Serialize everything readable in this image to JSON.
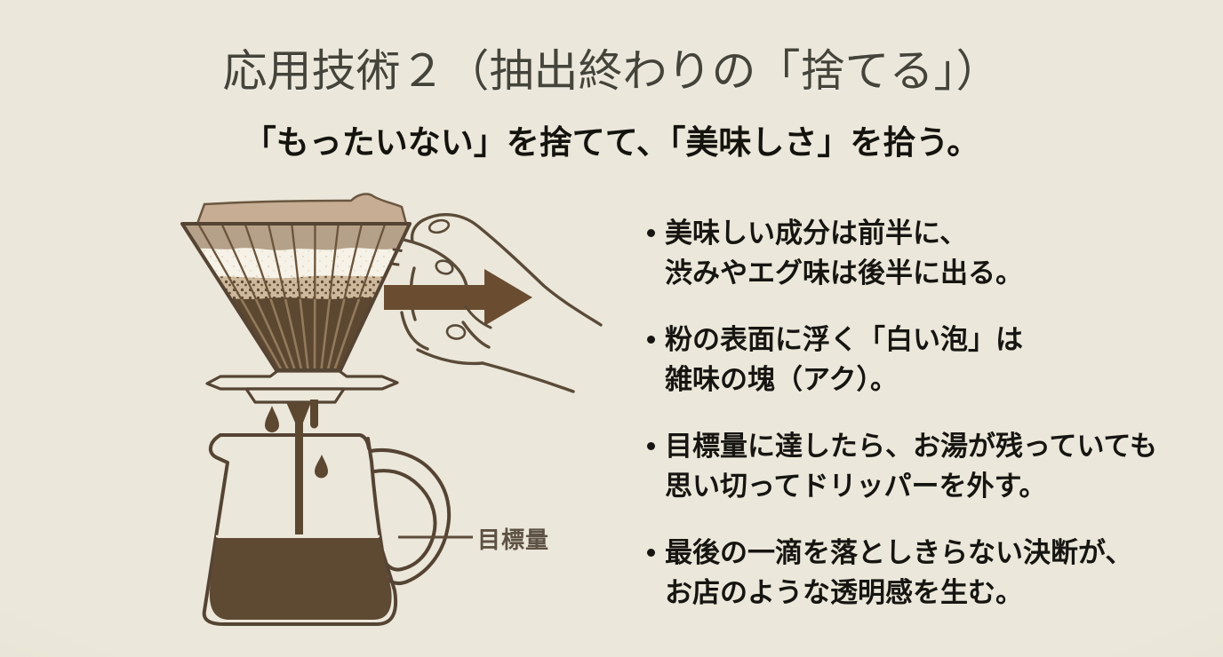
{
  "page": {
    "title": "応用技術２（抽出終わりの「捨てる」）",
    "subtitle": "「もったいない」を捨てて、「美味しさ」を拾う。",
    "background_color": "#ebe7da"
  },
  "illustration": {
    "target_label": "目標量",
    "colors": {
      "outline_brown": "#554433",
      "coffee_brown": "#5c4731",
      "arrow_brown": "#6a4d31",
      "filter_tan": "#c6ad93",
      "foam_white": "#f6f2e7",
      "grounds_base": "#cdb89c"
    }
  },
  "bullets": [
    {
      "line1": "美味しい成分は前半に、",
      "line2": "渋みやエグ味は後半に出る。"
    },
    {
      "line1": "粉の表面に浮く「白い泡」は",
      "line2": "雑味の塊（アク）。"
    },
    {
      "line1": "目標量に達したら、お湯が残っていても",
      "line2": "思い切ってドリッパーを外す。"
    },
    {
      "line1": "最後の一滴を落としきらない決断が、",
      "line2": "お店のような透明感を生む。"
    }
  ]
}
